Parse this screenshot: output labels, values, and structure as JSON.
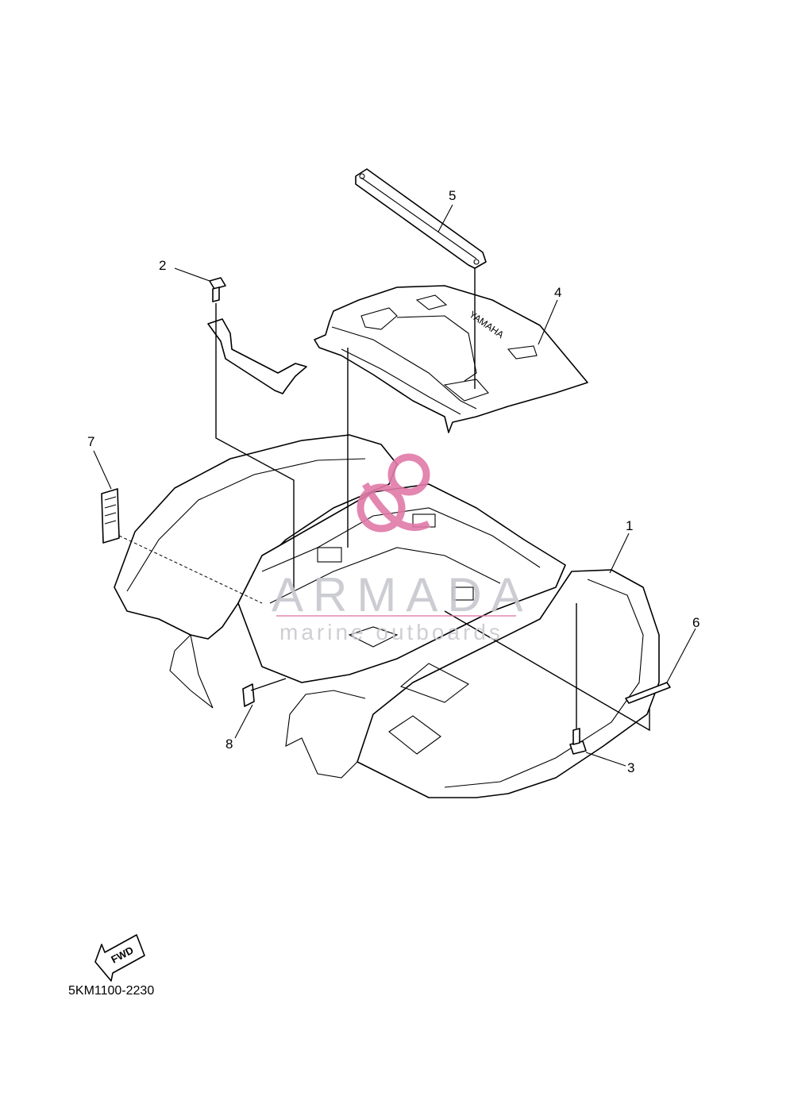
{
  "callouts": [
    {
      "id": "1",
      "label": "1"
    },
    {
      "id": "2",
      "label": "2"
    },
    {
      "id": "3",
      "label": "3"
    },
    {
      "id": "4",
      "label": "4"
    },
    {
      "id": "5",
      "label": "5"
    },
    {
      "id": "6",
      "label": "6"
    },
    {
      "id": "7",
      "label": "7"
    },
    {
      "id": "8",
      "label": "8"
    }
  ],
  "rack_logo_text": "YAMAHA",
  "watermark": {
    "title": "ARMADA",
    "subtitle": "marine outboards",
    "color": "#e07aa8"
  },
  "fwd_label": "FWD",
  "diagram_code": "5KM1100-2230"
}
